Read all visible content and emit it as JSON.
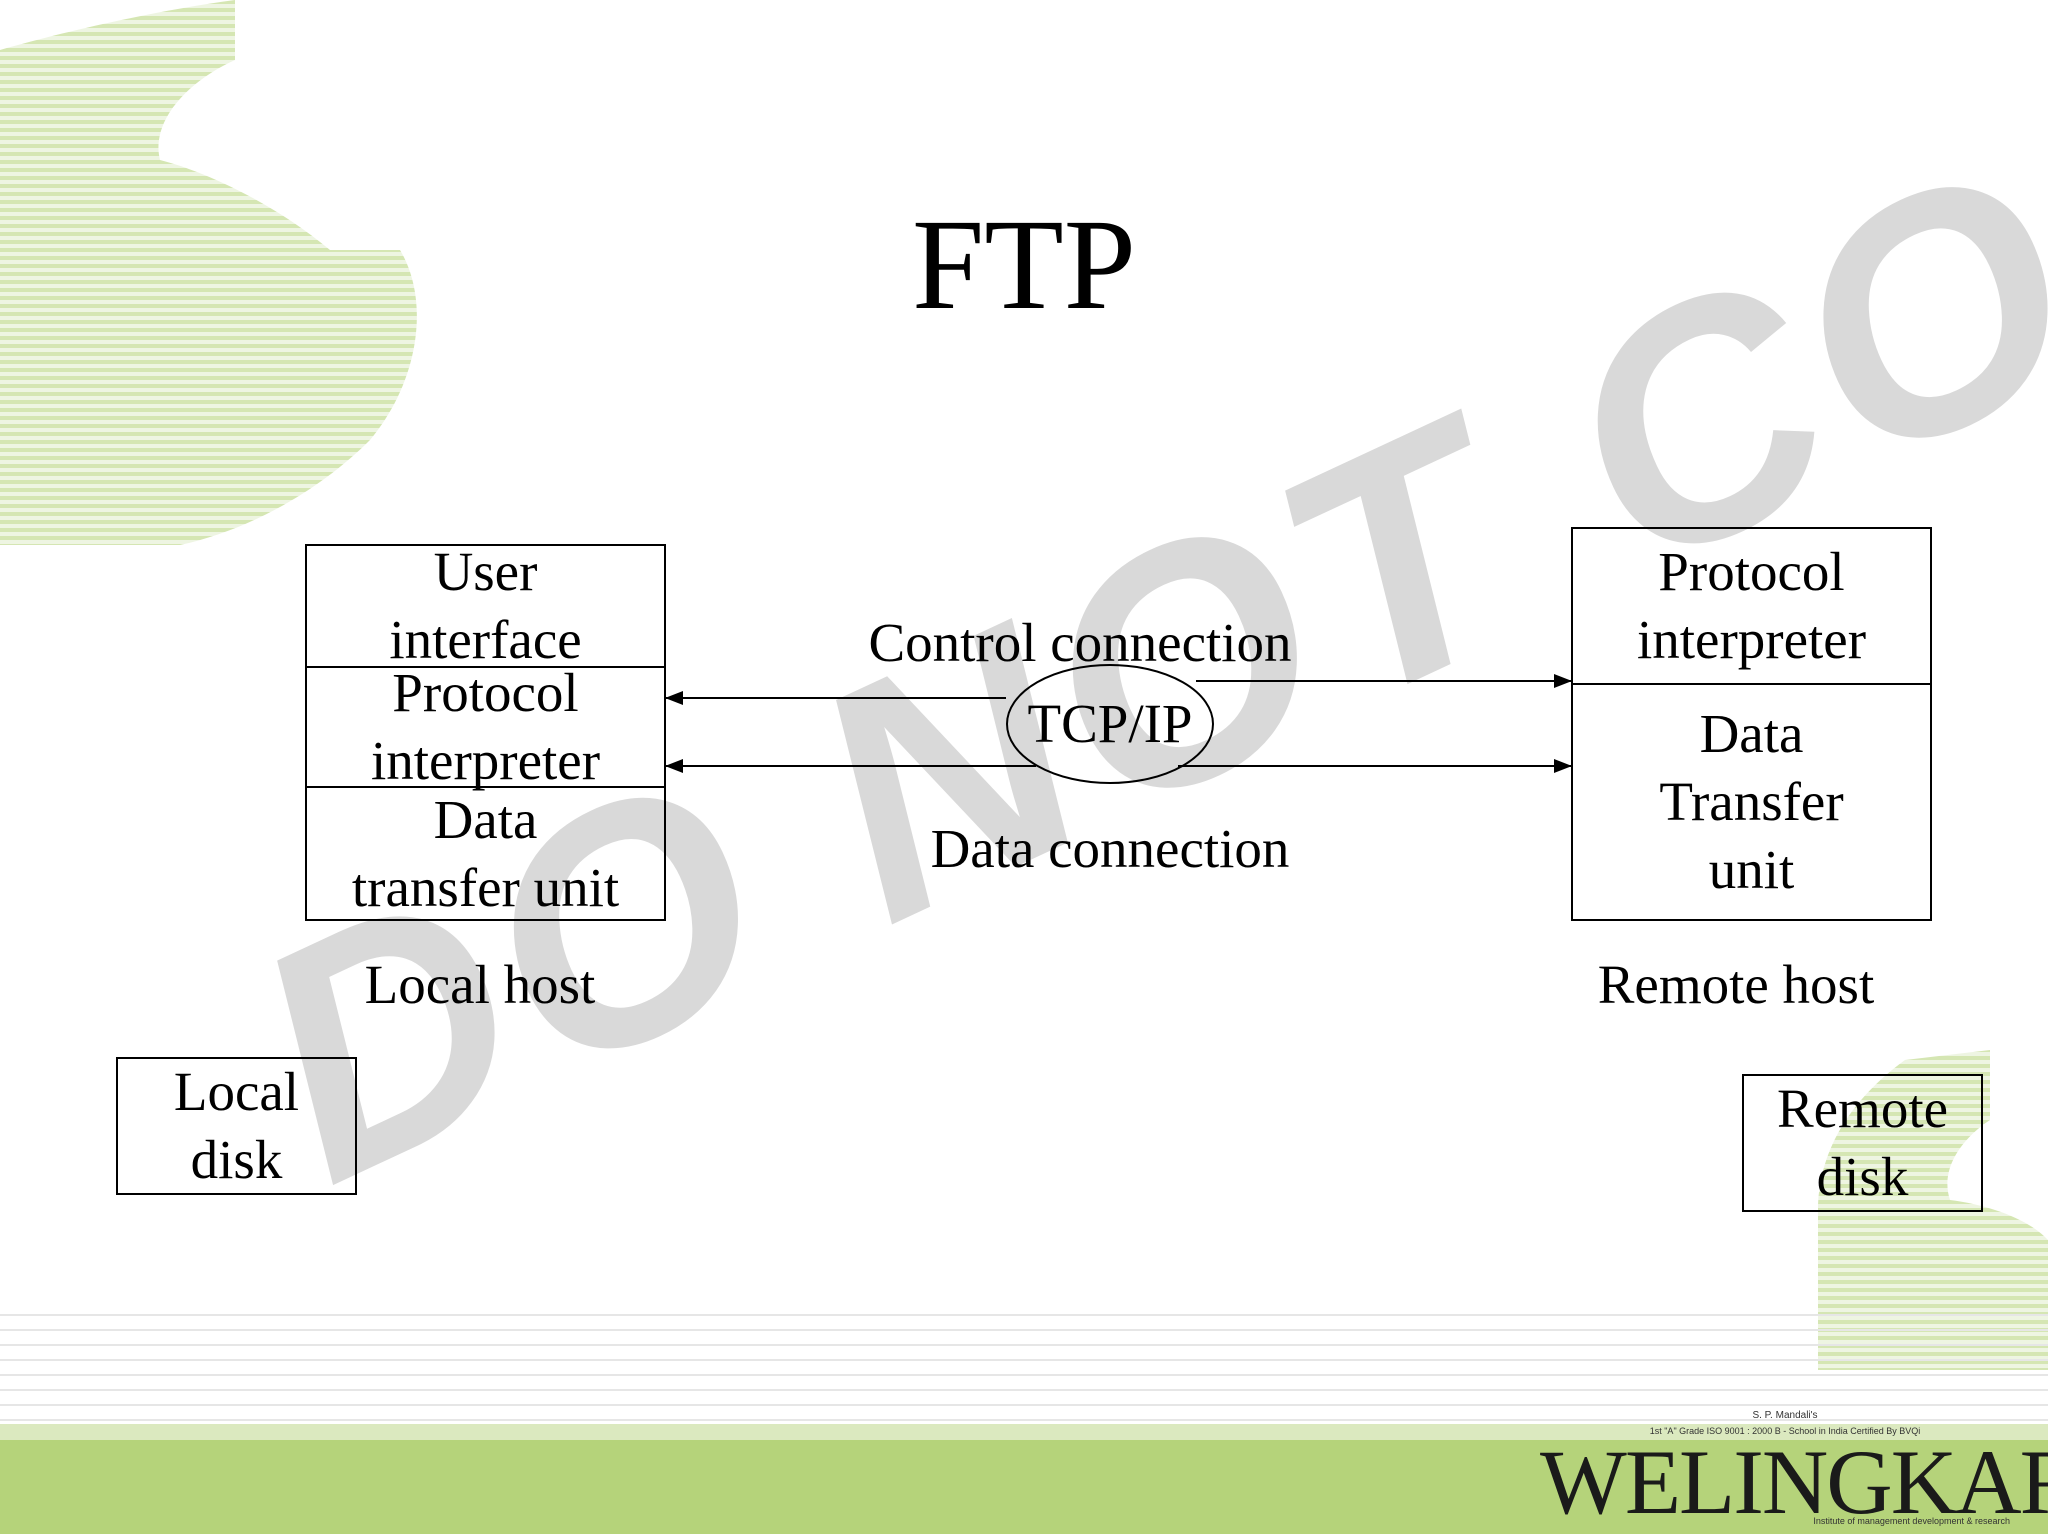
{
  "slide": {
    "title": "FTP",
    "watermark": "DO NOT COPY"
  },
  "local_host": {
    "label": "Local host",
    "units": [
      "User\ninterface",
      "Protocol\ninterpreter",
      "Data\ntransfer unit"
    ]
  },
  "remote_host": {
    "label": "Remote host",
    "units": [
      "Protocol\ninterpreter",
      "Data\nTransfer\nunit"
    ]
  },
  "network": {
    "control_connection": "Control connection",
    "data_connection": "Data connection",
    "transport": "TCP/IP"
  },
  "disks": {
    "local": "Local\ndisk",
    "remote": "Remote\ndisk"
  },
  "logo": {
    "tagline_top": "S. P. Mandali's",
    "tagline_mid": "1st \"A\" Grade ISO 9001 : 2000 B - School in India Certified By BVQi",
    "wordmark": "WELINGKAR",
    "subtitle": "Institute of management development & research"
  },
  "colors": {
    "accent_green": "#b5d37a",
    "stripe_green": "#d5e6b3",
    "watermark_gray": "#d9d9d9"
  }
}
